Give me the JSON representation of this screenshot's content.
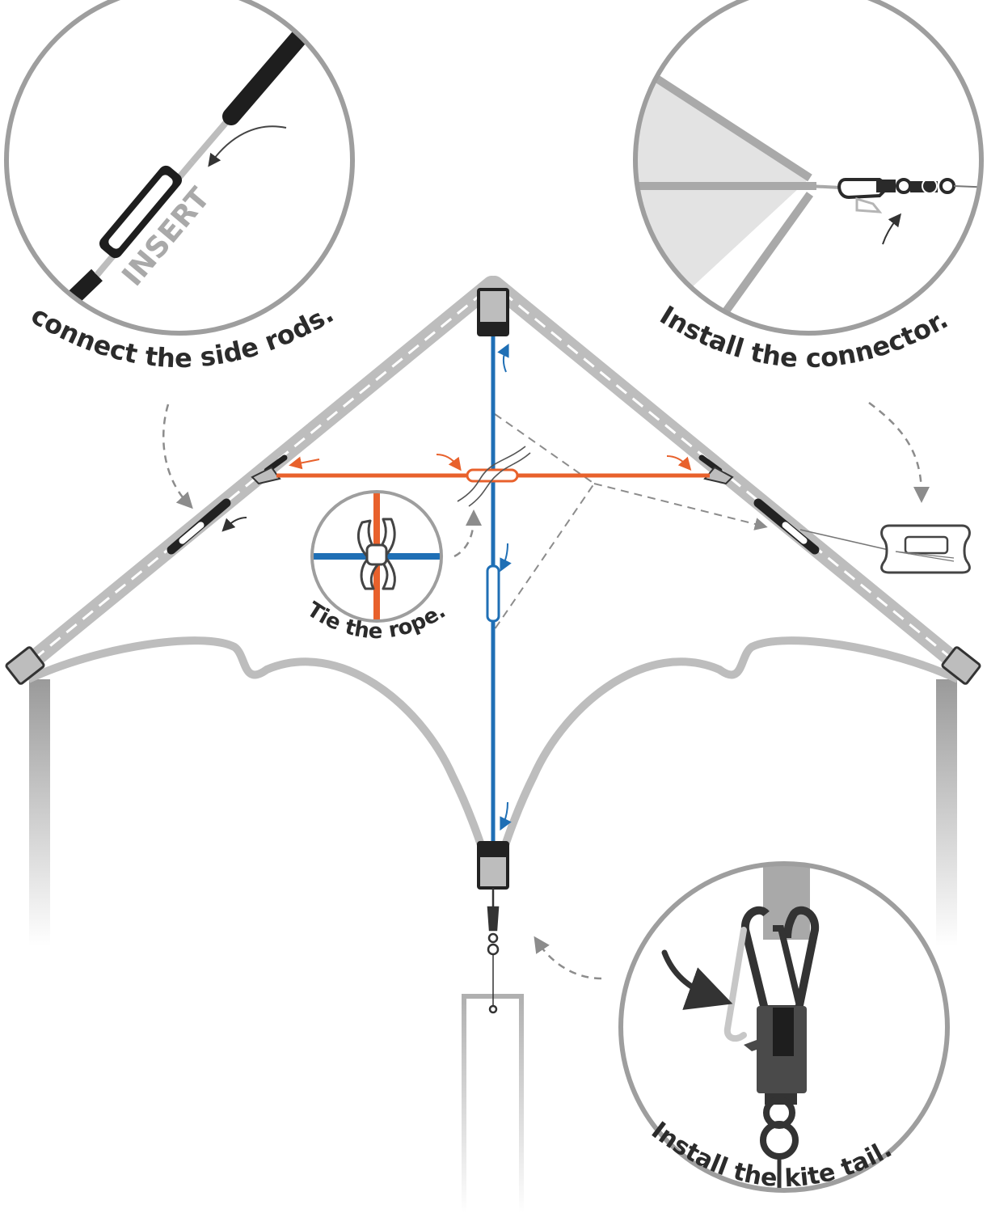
{
  "labels": {
    "insert": "INSERT",
    "side_rods": "connect the side rods.",
    "connector": "Install the connector.",
    "rope": "Tie the rope.",
    "tail": "Install the kite tail."
  },
  "colors": {
    "frame_gray": "#bdbdbd",
    "ring_gray": "#9e9e9e",
    "spine_blue": "#1f6fb5",
    "spar_orange": "#e8612c",
    "dark": "#262626"
  }
}
